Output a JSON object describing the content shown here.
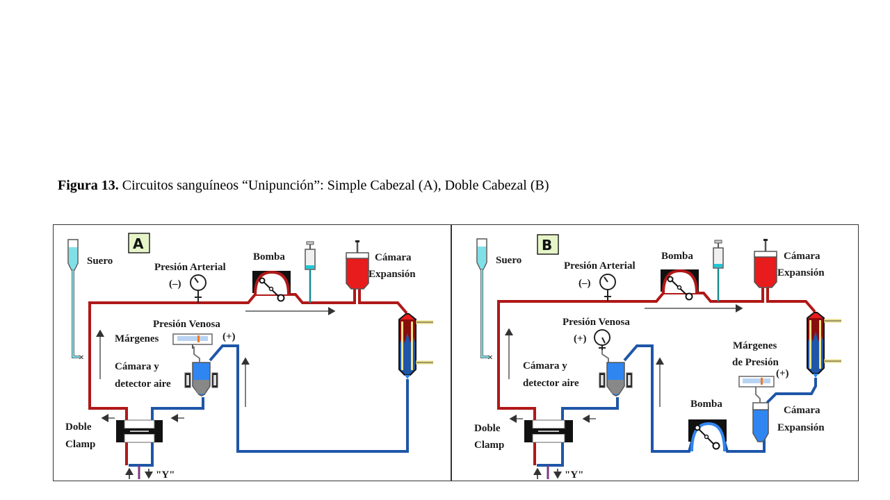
{
  "caption": {
    "figure_label": "Figura 13.",
    "text": " Circuitos sanguíneos “Unipunción”: Simple Cabezal (A), Doble Cabezal (B)"
  },
  "panels": [
    {
      "id": "A",
      "badge": "A",
      "labels": {
        "suero": "Suero",
        "presion_arterial": "Presión Arterial",
        "presion_arterial_sign": "(–)",
        "bomba": "Bomba",
        "camara_expansion_1": "Cámara",
        "camara_expansion_2": "Expansión",
        "presion_venosa": "Presión Venosa",
        "margenes": "Márgenes",
        "presion_venosa_sign": "(+)",
        "camara_detector_1": "Cámara y",
        "camara_detector_2": "detector aire",
        "doble_clamp_1": "Doble",
        "doble_clamp_2": "Clamp",
        "y_connector": "\"Y\""
      }
    },
    {
      "id": "B",
      "badge": "B",
      "labels": {
        "suero": "Suero",
        "presion_arterial": "Presión Arterial",
        "presion_arterial_sign": "(–)",
        "bomba": "Bomba",
        "camara_expansion_1": "Cámara",
        "camara_expansion_2": "Expansión",
        "presion_venosa": "Presión Venosa",
        "presion_venosa_sign": "(+)",
        "margenes_presion_1": "Márgenes",
        "margenes_presion_2": "de Presión",
        "margenes_presion_sign": "(+)",
        "bomba_venosa": "Bomba",
        "camara_expansion_venosa_1": "Cámara",
        "camara_expansion_venosa_2": "Expansión",
        "camara_detector_1": "Cámara y",
        "camara_detector_2": "detector aire",
        "doble_clamp_1": "Doble",
        "doble_clamp_2": "Clamp",
        "y_connector": "\"Y\""
      }
    }
  ],
  "colors": {
    "arterial_line": "#b01818",
    "venous_line": "#1e56a8",
    "saline": "#7fe0e8",
    "chamber_red": "#e81c1c",
    "chamber_blue": "#2f86f0",
    "badge_bg": "#e6f5c8"
  }
}
